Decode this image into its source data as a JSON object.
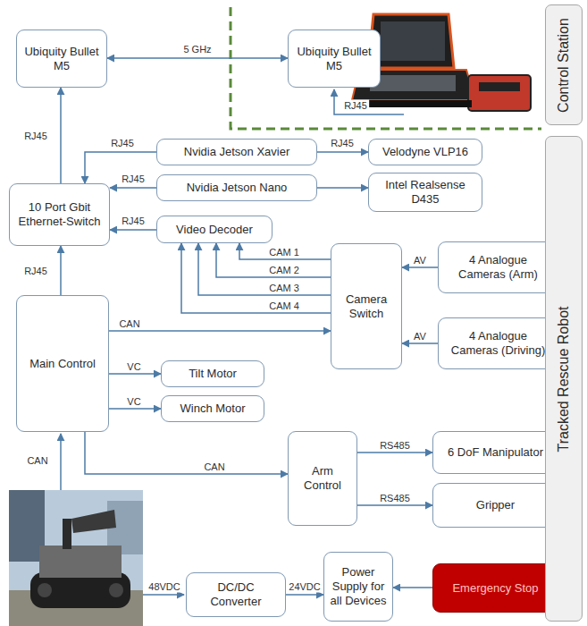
{
  "diagram": {
    "nodes": [
      {
        "text": [
          "Ubiquity Bullet M5"
        ]
      },
      {
        "text": [
          "Ubiquity Bullet M5"
        ]
      },
      {
        "text": [
          "Control Station"
        ]
      },
      {
        "text": [
          "Nvidia Jetson Xavier"
        ]
      },
      {
        "text": [
          "Velodyne VLP16"
        ]
      },
      {
        "text": [
          "10 Port Gbit Ethernet-Switch"
        ]
      },
      {
        "text": [
          "Nvidia Jetson Nano"
        ]
      },
      {
        "text": [
          "Intel Realsense D435"
        ]
      },
      {
        "text": [
          "Video Decoder"
        ]
      },
      {
        "text": [
          "Camera Switch"
        ]
      },
      {
        "text": [
          "4 Analogue Cameras (Arm)"
        ]
      },
      {
        "text": [
          "4 Analogue Cameras (Driving)"
        ]
      },
      {
        "text": [
          "Main Control"
        ]
      },
      {
        "text": [
          "Tilt Motor"
        ]
      },
      {
        "text": [
          "Winch Motor"
        ]
      },
      {
        "text": [
          "Arm Control"
        ]
      },
      {
        "text": [
          "6 DoF Manipulator"
        ]
      },
      {
        "text": [
          "Gripper"
        ]
      },
      {
        "text": [
          "DC/DC Converter"
        ]
      },
      {
        "text": [
          "Power Supply for all Devices"
        ]
      },
      {
        "text": [
          "Emergency Stop"
        ]
      },
      {
        "text": [
          "Tracked Rescue Robot"
        ]
      }
    ],
    "edges": [
      {
        "from": 0,
        "to": 1,
        "label": "5 GHz",
        "arrow": "both"
      },
      {
        "from": 5,
        "to": 0,
        "label": "RJ45",
        "arrow": "to"
      },
      {
        "from": 3,
        "to": 5,
        "label": "RJ45",
        "arrow": "to"
      },
      {
        "from": 3,
        "to": 4,
        "label": "RJ45",
        "arrow": "to"
      },
      {
        "from": 6,
        "to": 5,
        "label": "RJ45",
        "arrow": "to"
      },
      {
        "from": 6,
        "to": 7,
        "arrow": "to"
      },
      {
        "from": 8,
        "to": 5,
        "label": "RJ45",
        "arrow": "to"
      },
      {
        "from": 9,
        "to": 8,
        "label": "CAM 1",
        "arrow": "to"
      },
      {
        "from": 9,
        "to": 8,
        "label": "CAM 2",
        "arrow": "to"
      },
      {
        "from": 9,
        "to": 8,
        "label": "CAM 3",
        "arrow": "to"
      },
      {
        "from": 9,
        "to": 8,
        "label": "CAM 4",
        "arrow": "to"
      },
      {
        "from": 10,
        "to": 9,
        "label": "AV",
        "arrow": "to"
      },
      {
        "from": 11,
        "to": 9,
        "label": "AV",
        "arrow": "to"
      },
      {
        "from": 12,
        "to": 9,
        "label": "CAN",
        "arrow": "to"
      },
      {
        "from": 12,
        "to": 5,
        "label": "RJ45",
        "arrow": "to"
      },
      {
        "from": 12,
        "to": 13,
        "label": "VC",
        "arrow": "to"
      },
      {
        "from": 12,
        "to": 14,
        "label": "VC",
        "arrow": "to"
      },
      {
        "from": 12,
        "to": 15,
        "label": "CAN",
        "arrow": "to"
      },
      {
        "from": 15,
        "to": 16,
        "label": "RS485",
        "arrow": "to"
      },
      {
        "from": 15,
        "to": 17,
        "label": "RS485",
        "arrow": "to"
      },
      {
        "from": 18,
        "to": 19,
        "label": "24VDC",
        "arrow": "to"
      },
      {
        "from": 20,
        "to": 19,
        "arrow": "to"
      }
    ],
    "labels": [
      "RJ45",
      "CAN",
      "48VDC"
    ]
  }
}
